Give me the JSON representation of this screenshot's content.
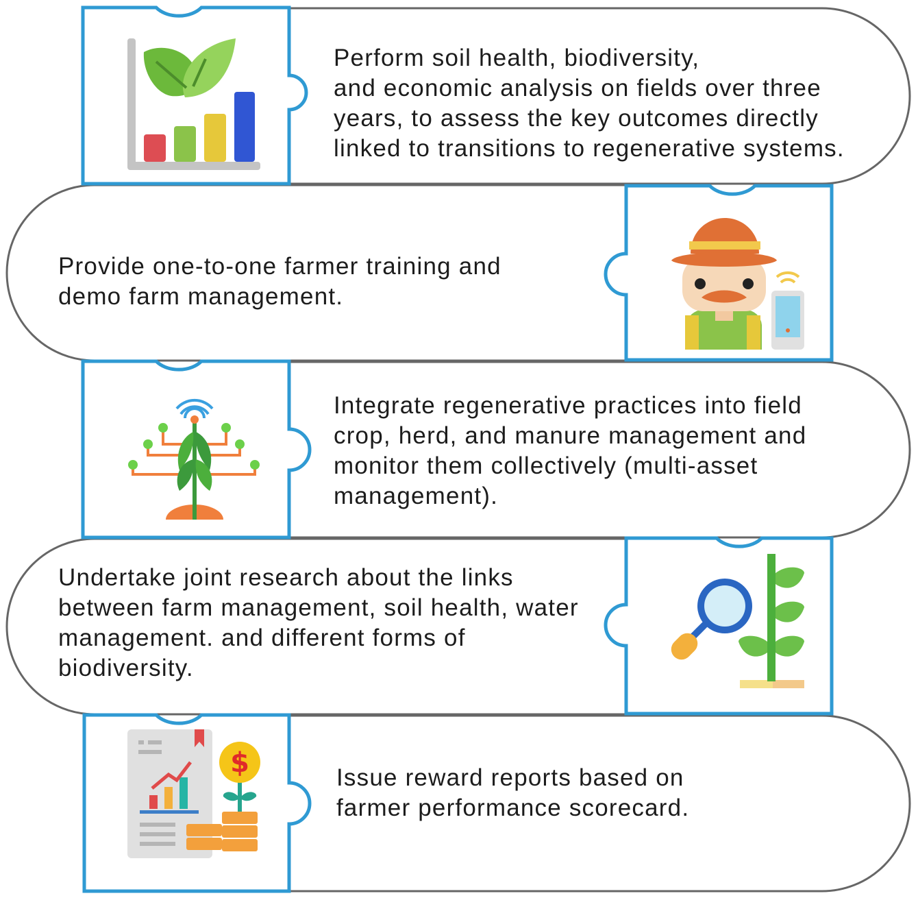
{
  "colors": {
    "outline": "#666666",
    "icon_border": "#2f9ad3",
    "text": "#1c1c1c",
    "background": "#ffffff"
  },
  "steps": [
    {
      "text": "Perform soil health, biodiversity,\nand economic analysis on fields over three\nyears, to assess the key outcomes directly\nlinked to transitions to regenerative systems.",
      "icon": "leaf-bar-chart-icon",
      "icon_side": "left"
    },
    {
      "text": "Provide one-to-one farmer training and\ndemo farm management.",
      "icon": "farmer-with-smartphone-icon",
      "icon_side": "right"
    },
    {
      "text": "Integrate regenerative practices into field\ncrop, herd, and manure management and\nmonitor them collectively (multi-asset\nmanagement).",
      "icon": "connected-smart-plant-icon",
      "icon_side": "left"
    },
    {
      "text": "Undertake joint research about the links\nbetween farm management, soil health, water\nmanagement. and different forms of\nbiodiversity.",
      "icon": "magnifier-plant-icon",
      "icon_side": "right"
    },
    {
      "text": "Issue reward reports based on\nfarmer performance scorecard.",
      "icon": "reward-report-coins-icon",
      "icon_side": "left"
    }
  ]
}
